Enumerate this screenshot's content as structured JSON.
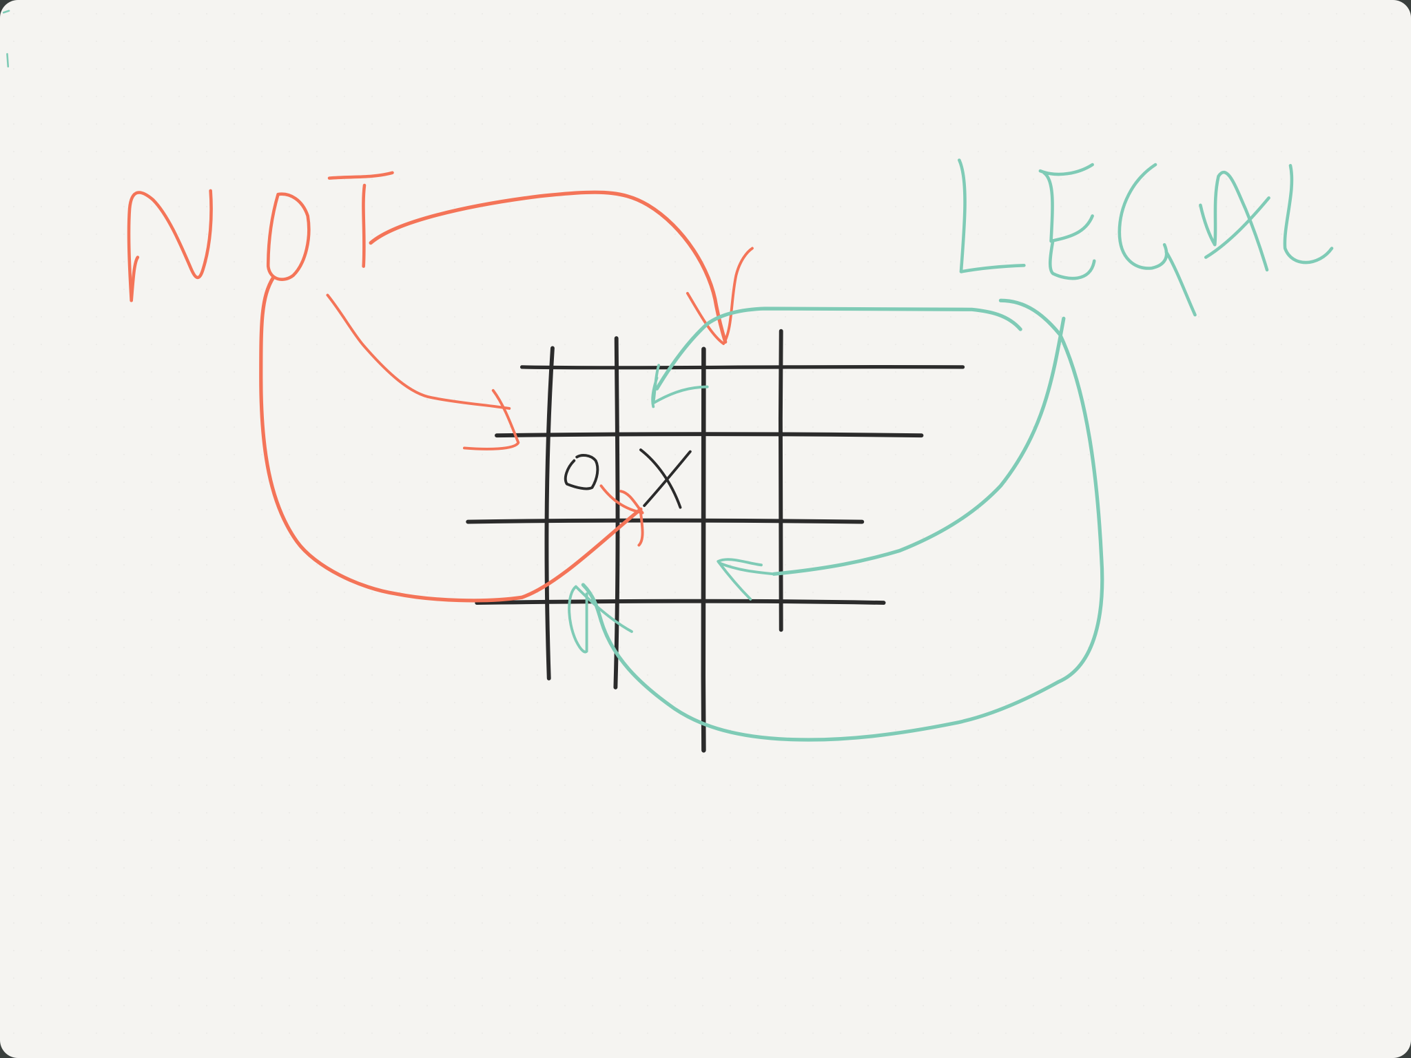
{
  "canvas": {
    "background_color": "#f5f4f1",
    "ink_colors": {
      "grid": "#2b2b2b",
      "not_label": "#f47458",
      "legal_label": "#7fcbb6"
    }
  },
  "handwriting": {
    "not_label": "NOT",
    "legal_label": "LEGAL",
    "grid_marks": [
      "O",
      "X"
    ]
  }
}
